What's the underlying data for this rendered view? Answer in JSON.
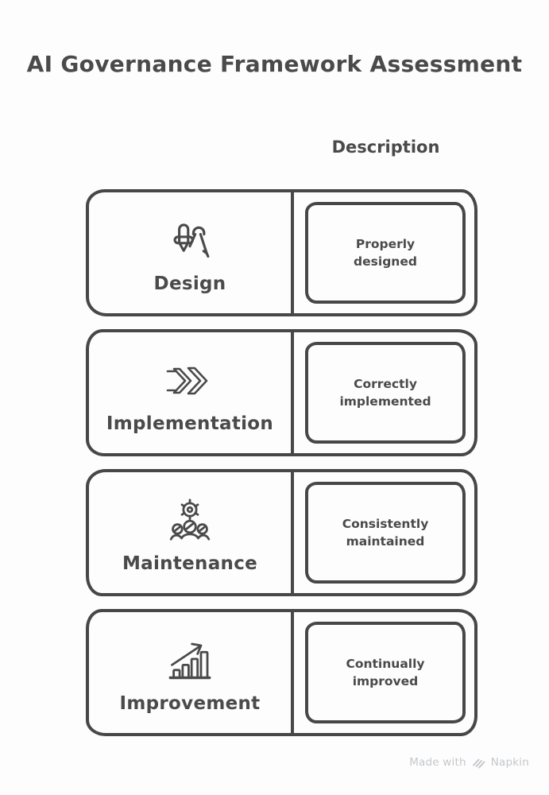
{
  "title": "AI Governance Framework Assessment",
  "table": {
    "column_header": "Description",
    "rows": [
      {
        "label": "Design",
        "icon": "design-compass-pencil-icon",
        "description": "Properly designed"
      },
      {
        "label": "Implementation",
        "icon": "fast-forward-chevrons-icon",
        "description": "Correctly implemented"
      },
      {
        "label": "Maintenance",
        "icon": "gear-team-icon",
        "description": "Consistently maintained"
      },
      {
        "label": "Improvement",
        "icon": "growth-bar-chart-icon",
        "description": "Continually improved"
      }
    ]
  },
  "footer": {
    "made_with_label": "Made with",
    "brand_name": "Napkin"
  },
  "colors": {
    "stroke": "#474747",
    "text": "#4a4a4a",
    "background": "#fdfdfd",
    "footer_text": "#c4c7cb"
  }
}
